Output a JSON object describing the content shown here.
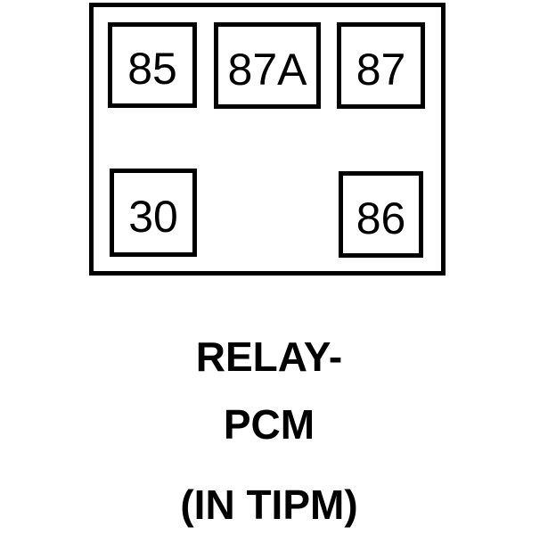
{
  "diagram": {
    "background_color": "#ffffff",
    "line_color": "#000000",
    "relay": {
      "pins": [
        {
          "id": "pin-85",
          "label": "85",
          "row": "top",
          "column": "left"
        },
        {
          "id": "pin-87a",
          "label": "87A",
          "row": "top",
          "column": "center"
        },
        {
          "id": "pin-87",
          "label": "87",
          "row": "top",
          "column": "right"
        },
        {
          "id": "pin-30",
          "label": "30",
          "row": "bottom",
          "column": "left"
        },
        {
          "id": "pin-86",
          "label": "86",
          "row": "bottom",
          "column": "right"
        }
      ]
    },
    "caption": {
      "line1": "RELAY-",
      "line2": "PCM",
      "line3": "(IN TIPM)"
    }
  }
}
